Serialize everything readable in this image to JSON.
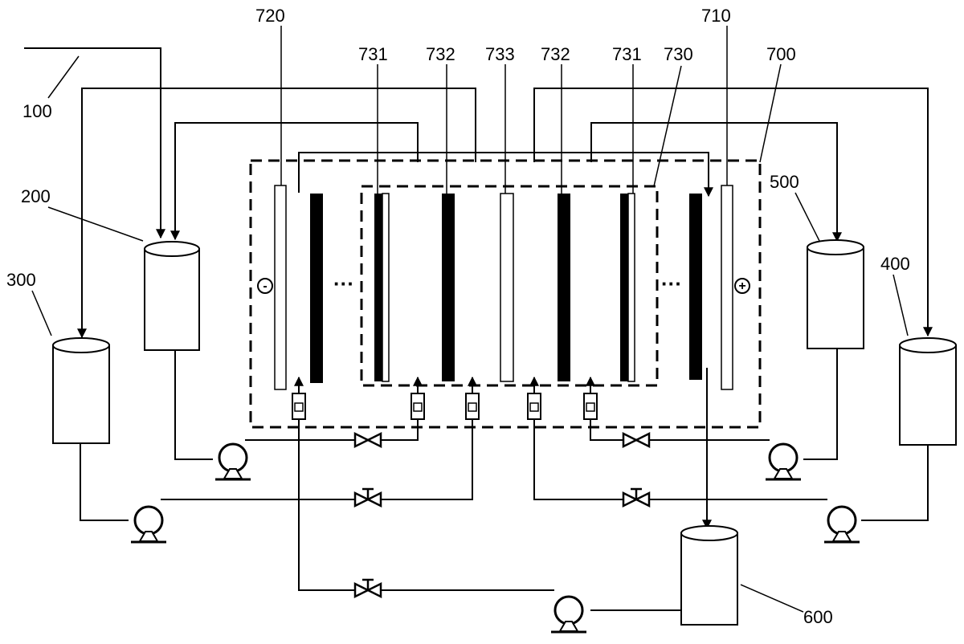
{
  "labels": {
    "feed_100": "100",
    "tank_200": "200",
    "tank_300": "300",
    "tank_400": "400",
    "tank_500": "500",
    "tank_600": "600",
    "stack_700": "700",
    "anode_710": "710",
    "cathode_720": "720",
    "cell_730": "730",
    "membrane_731_left": "731",
    "membrane_732_left": "732",
    "membrane_733": "733",
    "membrane_732_right": "732",
    "membrane_731_right": "731"
  },
  "symbols": {
    "cathode_sign": "-",
    "anode_sign": "+",
    "ellipsis_left": "···",
    "ellipsis_right": "···"
  },
  "colors": {
    "line": "#000000",
    "background": "#ffffff"
  }
}
